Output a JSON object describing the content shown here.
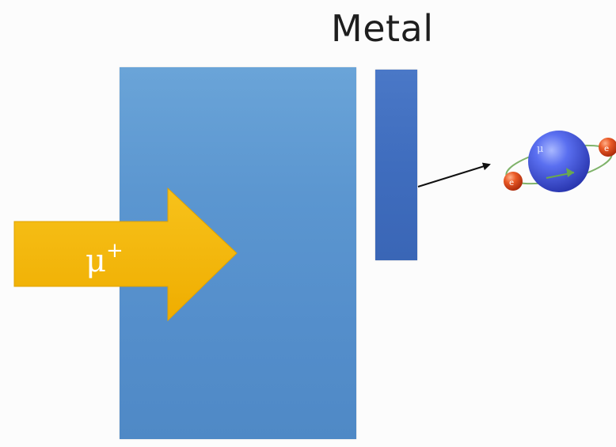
{
  "diagram": {
    "metal_label": "Metal",
    "beam_label": "μ",
    "beam_charge": "+",
    "muonium": {
      "nucleus_label": "μ",
      "electron_label": "e"
    }
  },
  "colors": {
    "moderator": "#5b96d0",
    "metal": "#3f6dbe",
    "arrow": "#f5b400",
    "nucleus": "#3d4fd6",
    "electron": "#e0401a",
    "orbit": "#6aa84f"
  }
}
